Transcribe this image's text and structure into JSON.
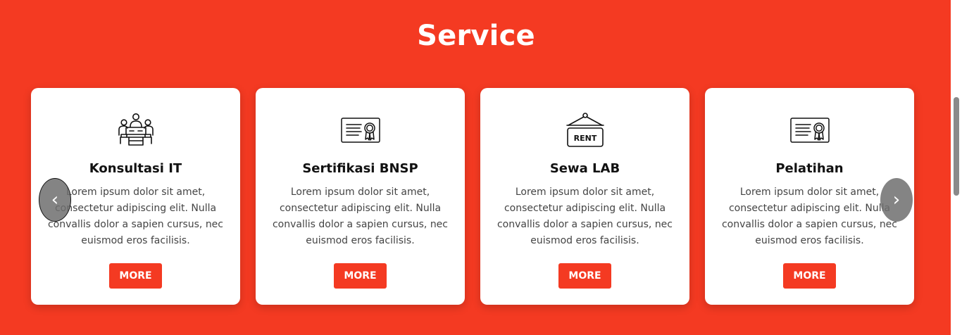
{
  "section": {
    "title": "Service"
  },
  "cards": [
    {
      "icon": "meeting-table-icon",
      "title": "Konsultasi IT",
      "description": "Lorem ipsum dolor sit amet, consectetur adipiscing elit. Nulla convallis dolor a sapien cursus, nec euismod eros facilisis.",
      "button": "MORE"
    },
    {
      "icon": "certificate-icon",
      "title": "Sertifikasi BNSP",
      "description": "Lorem ipsum dolor sit amet, consectetur adipiscing elit. Nulla convallis dolor a sapien cursus, nec euismod eros facilisis.",
      "button": "MORE"
    },
    {
      "icon": "rent-sign-icon",
      "title": "Sewa LAB",
      "description": "Lorem ipsum dolor sit amet, consectetur adipiscing elit. Nulla convallis dolor a sapien cursus, nec euismod eros facilisis.",
      "button": "MORE",
      "icon_text": "RENT"
    },
    {
      "icon": "certificate-icon",
      "title": "Pelatihan",
      "description": "Lorem ipsum dolor sit amet, consectetur adipiscing elit. Nulla convallis dolor a sapien cursus, nec euismod eros facilisis.",
      "button": "MORE"
    }
  ],
  "carousel": {
    "prev_icon": "chevron-left-icon",
    "next_icon": "chevron-right-icon",
    "prev_glyph": "‹",
    "next_glyph": "›"
  },
  "colors": {
    "background": "#f43a22",
    "card": "#ffffff",
    "button": "#f43a22",
    "nav_button": "#6e6e6e"
  }
}
